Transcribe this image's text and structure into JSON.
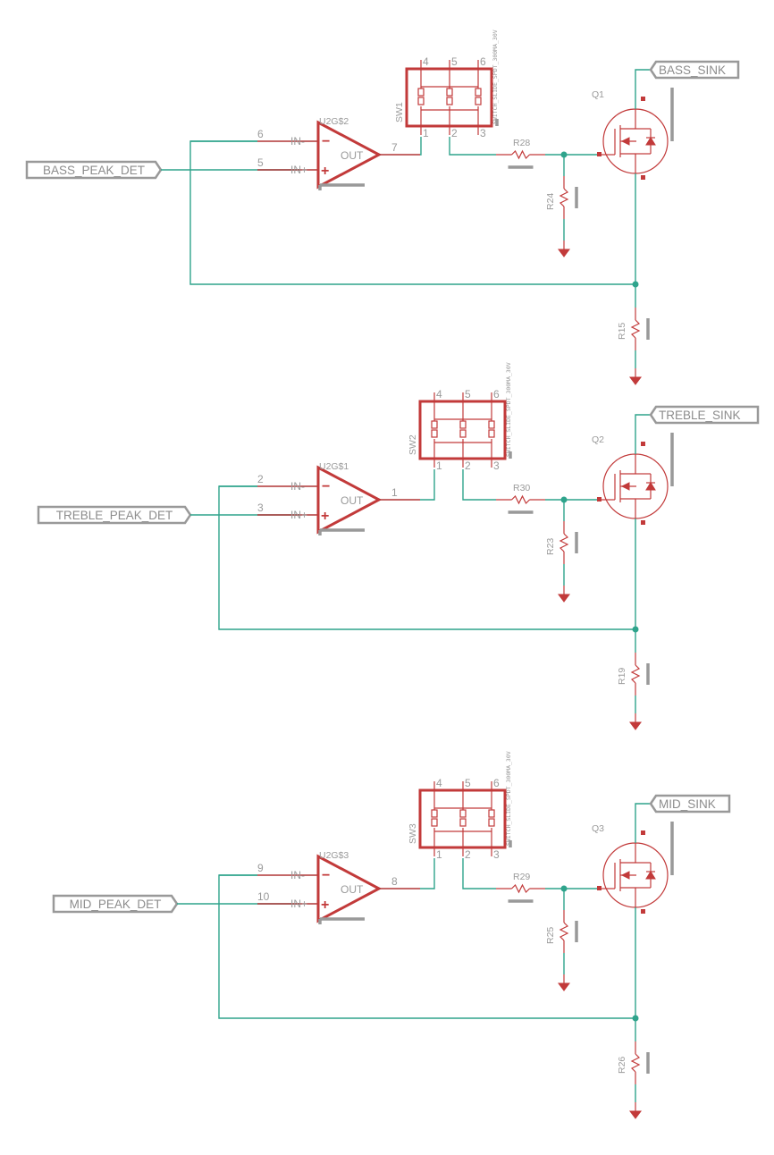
{
  "stages": [
    {
      "peak_label": "BASS_PEAK_DET",
      "sink_label": "BASS_SINK",
      "opamp_ref": "U2G$2",
      "pin_inm": "6",
      "pin_inp": "5",
      "pin_out": "7",
      "in_minus": "IN-",
      "in_plus": "IN+",
      "out_label": "OUT",
      "switch_ref": "SW1",
      "switch_value": "SWITCH_SLIDE_SPDT_300MA_30V",
      "sw_pins": [
        "4",
        "5",
        "6",
        "1",
        "2",
        "3"
      ],
      "series_res": "R28",
      "shunt_res": "R24",
      "mosfet_ref": "Q1",
      "sense_res": "R15"
    },
    {
      "peak_label": "TREBLE_PEAK_DET",
      "sink_label": "TREBLE_SINK",
      "opamp_ref": "U2G$1",
      "pin_inm": "2",
      "pin_inp": "3",
      "pin_out": "1",
      "in_minus": "IN-",
      "in_plus": "IN+",
      "out_label": "OUT",
      "switch_ref": "SW2",
      "switch_value": "SWITCH_SLIDE_SPDT_300MA_30V",
      "sw_pins": [
        "4",
        "5",
        "6",
        "1",
        "2",
        "3"
      ],
      "series_res": "R30",
      "shunt_res": "R23",
      "mosfet_ref": "Q2",
      "sense_res": "R19"
    },
    {
      "peak_label": "MID_PEAK_DET",
      "sink_label": "MID_SINK",
      "opamp_ref": "U2G$3",
      "pin_inm": "9",
      "pin_inp": "10",
      "pin_out": "8",
      "in_minus": "IN-",
      "in_plus": "IN+",
      "out_label": "OUT",
      "switch_ref": "SW3",
      "switch_value": "SWITCH_SLIDE_SPDT_300MA_30V",
      "sw_pins": [
        "4",
        "5",
        "6",
        "1",
        "2",
        "3"
      ],
      "series_res": "R29",
      "shunt_res": "R25",
      "mosfet_ref": "Q3",
      "sense_res": "R26"
    }
  ],
  "colors": {
    "wire": "#2fa48c",
    "symbol": "#c23a3a",
    "label": "#999999"
  }
}
